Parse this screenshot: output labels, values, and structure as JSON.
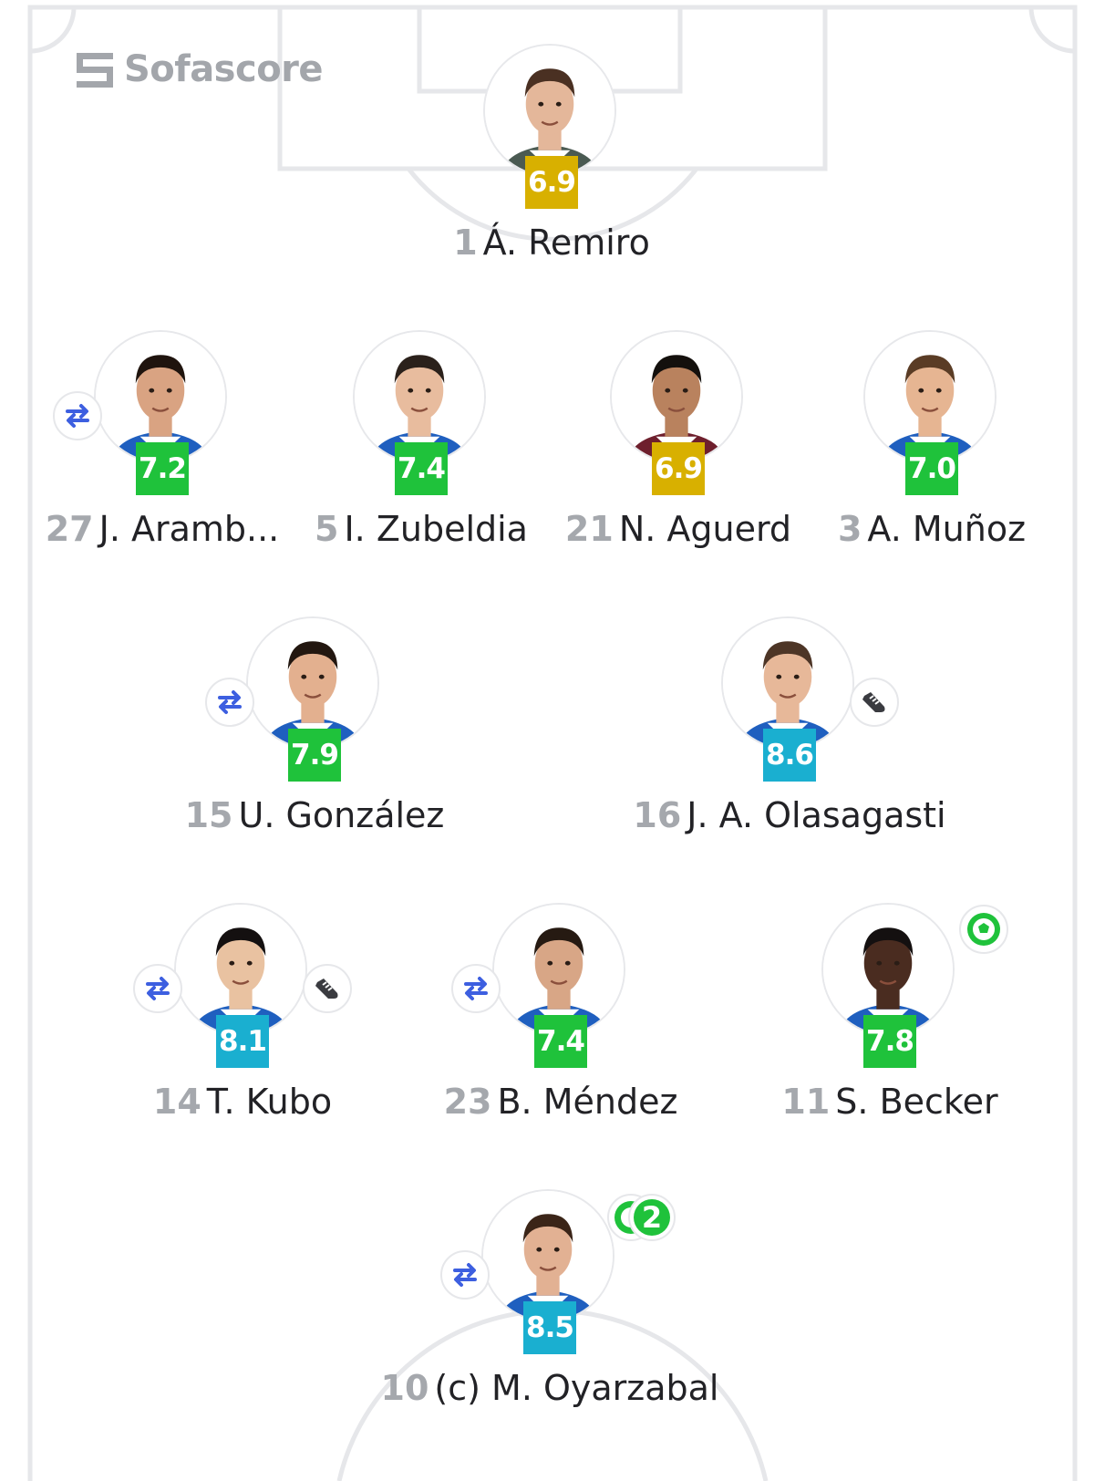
{
  "brand": {
    "name": "Sofascore"
  },
  "colors": {
    "rating_green": "#1fc23b",
    "rating_yellow": "#d8b000",
    "rating_teal": "#1aafd0",
    "sub_blue": "#3d5fe0",
    "goal_green": "#1fc23b",
    "pitch_lines": "#e6e7ea"
  },
  "lineup": {
    "formation_rows": [
      [
        "goalkeeper"
      ],
      [
        "defender",
        "defender",
        "defender",
        "defender"
      ],
      [
        "midfielder",
        "midfielder"
      ],
      [
        "attacker",
        "attacker",
        "attacker"
      ],
      [
        "striker"
      ]
    ],
    "players": [
      {
        "id": "p1",
        "number": "1",
        "name": "Á. Remiro",
        "rating": "6.9",
        "rating_color": "yellow",
        "icons": []
      },
      {
        "id": "p27",
        "number": "27",
        "name": "J. Aramb...",
        "rating": "7.2",
        "rating_color": "green",
        "icons": [
          "substitution-icon"
        ]
      },
      {
        "id": "p5",
        "number": "5",
        "name": "I. Zubeldia",
        "rating": "7.4",
        "rating_color": "green",
        "icons": []
      },
      {
        "id": "p21",
        "number": "21",
        "name": "N. Aguerd",
        "rating": "6.9",
        "rating_color": "yellow",
        "icons": []
      },
      {
        "id": "p3",
        "number": "3",
        "name": "A. Muñoz",
        "rating": "7.0",
        "rating_color": "green",
        "icons": []
      },
      {
        "id": "p15",
        "number": "15",
        "name": "U. González",
        "rating": "7.9",
        "rating_color": "green",
        "icons": [
          "substitution-icon"
        ]
      },
      {
        "id": "p16",
        "number": "16",
        "name": "J. A. Olasagasti",
        "rating": "8.6",
        "rating_color": "teal",
        "icons": [
          "assist-boot-icon"
        ]
      },
      {
        "id": "p14",
        "number": "14",
        "name": "T. Kubo",
        "rating": "8.1",
        "rating_color": "teal",
        "icons": [
          "substitution-icon",
          "assist-boot-icon"
        ]
      },
      {
        "id": "p23",
        "number": "23",
        "name": "B. Méndez",
        "rating": "7.4",
        "rating_color": "green",
        "icons": [
          "substitution-icon"
        ]
      },
      {
        "id": "p11",
        "number": "11",
        "name": "S. Becker",
        "rating": "7.8",
        "rating_color": "green",
        "icons": [
          "goal-ball-icon"
        ]
      },
      {
        "id": "p10",
        "number": "10",
        "name": "(c) M. Oyarzabal",
        "rating": "8.5",
        "rating_color": "teal",
        "icons": [
          "substitution-icon",
          "goal-ball-icon"
        ],
        "goals": "2"
      }
    ]
  }
}
